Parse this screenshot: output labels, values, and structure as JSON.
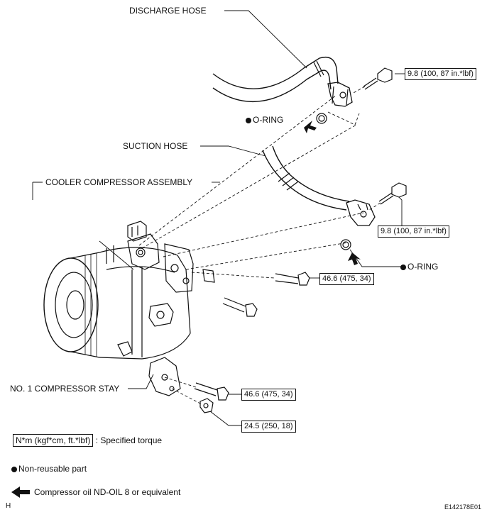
{
  "labels": {
    "discharge_hose": "DISCHARGE HOSE",
    "o_ring_upper": "O-RING",
    "suction_hose": "SUCTION HOSE",
    "cooler_compressor": "COOLER COMPRESSOR ASSEMBLY",
    "o_ring_lower": "O-RING",
    "compressor_stay": "NO. 1 COMPRESSOR STAY"
  },
  "torques": {
    "discharge_bolt": "9.8 (100, 87 in.*lbf)",
    "suction_bolt": "9.8 (100, 87 in.*lbf)",
    "compressor_bolt": "46.6 (475, 34)",
    "stay_bolt": "46.6 (475, 34)",
    "stay_nut": "24.5 (250, 18)"
  },
  "legend": {
    "torque_box": "N*m (kgf*cm, ft.*lbf)",
    "torque_text": ": Specified torque",
    "non_reusable": "Non-reusable part",
    "oil_text": "Compressor oil ND-OIL 8 or equivalent"
  },
  "corner": {
    "left": "H",
    "right": "E142178E01"
  }
}
